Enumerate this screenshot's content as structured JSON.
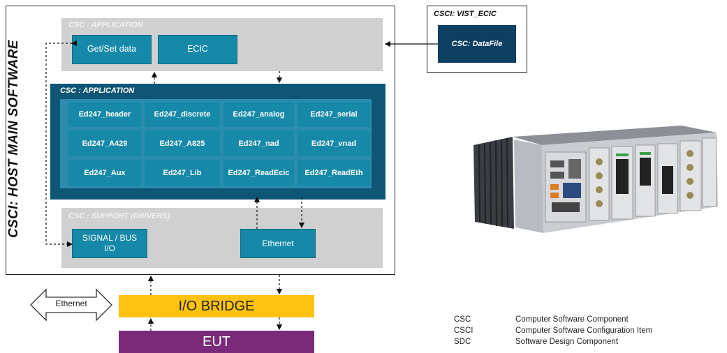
{
  "host": {
    "title": "CSCI: HOST MAIN SOFTWARE",
    "app_top": {
      "label": "CSC : APPLICATION",
      "get_set": "Get/Set data",
      "ecic": "ECIC"
    },
    "app_bottom": {
      "label": "CSC : APPLICATION",
      "cells": [
        "Ed247_header",
        "Ed247_discrete",
        "Ed247_analog",
        "Ed247_serial",
        "Ed247_A429",
        "Ed247_A825",
        "Ed247_nad",
        "Ed247_vnad",
        "Ed247_Aux",
        "Ed247_Lib",
        "Ed247_ReadEcic",
        "Ed247_ReadEth"
      ]
    },
    "support": {
      "label": "CSC : SUPPORT (DRIVERS)",
      "signal_line1": "SIGNAL / BUS",
      "signal_line2": "I/O",
      "ethernet": "Ethernet"
    }
  },
  "vist": {
    "title": "CSCI: VIST_ECIC",
    "datafile": "CSC: DataFile"
  },
  "io_bridge": "I/O BRIDGE",
  "eut": "EUT",
  "ethernet_arrow": "Ethernet",
  "legend": [
    {
      "abbr": "CSC",
      "desc": "Computer Software Component"
    },
    {
      "abbr": "CSCI",
      "desc": "Computer Software Configuration Item"
    },
    {
      "abbr": "SDC",
      "desc": "Software Design Component"
    }
  ],
  "colors": {
    "panel_grey": "#d0d0d0",
    "box_teal": "#1689a8",
    "app_navy": "#0f5575",
    "datafile_navy": "#0d3f63",
    "bridge_yellow": "#ffc20e",
    "eut_purple": "#7a2a7a"
  },
  "image": {
    "name": "hardware-chassis-photo"
  }
}
